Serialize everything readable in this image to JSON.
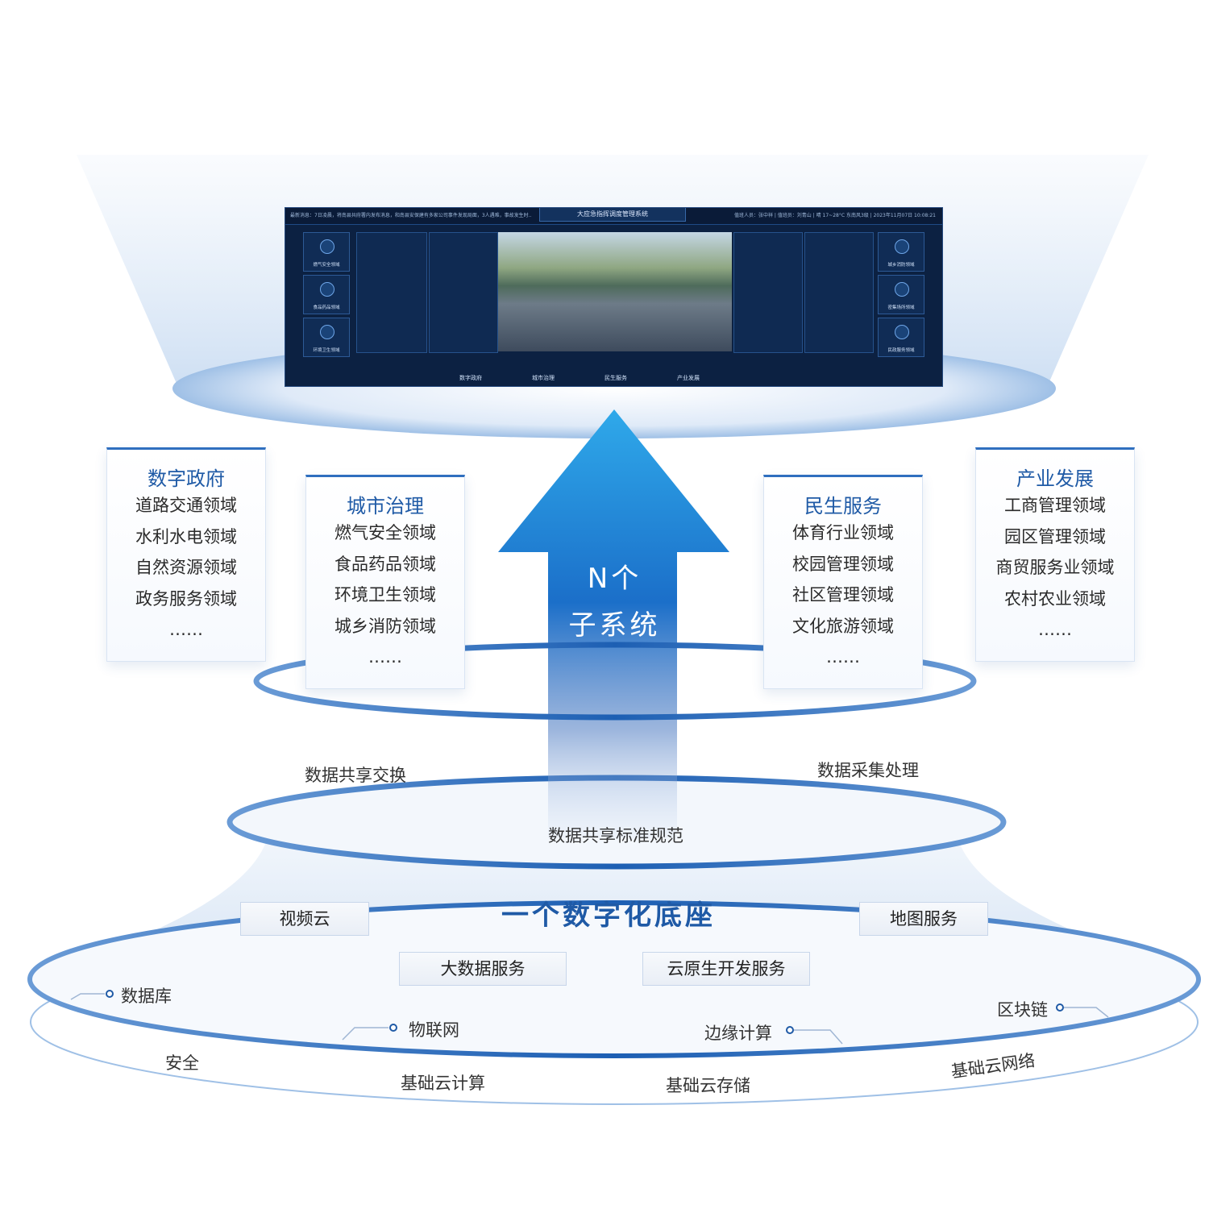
{
  "dashboard": {
    "title": "大应急指挥调度管理系统",
    "ticker": "最新消息：7日凌晨，将南县共府署内发布消息，和南县安保建有多家公司事件发现局面，3人遇难，事故发生时……",
    "user_info": "值班人员：张中祥 | 值班员：刘青山 | 晴 17~28°C 东南风3级 | 2023年11月07日 10:08:21",
    "left_buttons": [
      "燃气安全领域",
      "食品药品领域",
      "环境卫生领域"
    ],
    "right_buttons": [
      "城乡消防领域",
      "密集场所领域",
      "民政服务领域"
    ],
    "nav": [
      "数字政府",
      "城市治理",
      "民生服务",
      "产业发展"
    ]
  },
  "arrow_text": [
    "N个",
    "子系统"
  ],
  "cards": [
    {
      "title": "数字政府",
      "items": [
        "道路交通领域",
        "水利水电领域",
        "自然资源领域",
        "政务服务领域",
        "……"
      ]
    },
    {
      "title": "城市治理",
      "items": [
        "燃气安全领域",
        "食品药品领域",
        "环境卫生领域",
        "城乡消防领域",
        "……"
      ]
    },
    {
      "title": "民生服务",
      "items": [
        "体育行业领域",
        "校园管理领域",
        "社区管理领域",
        "文化旅游领域",
        "……"
      ]
    },
    {
      "title": "产业发展",
      "items": [
        "工商管理领域",
        "园区管理领域",
        "商贸服务业领域",
        "农村农业领域",
        "……"
      ]
    }
  ],
  "data_layer": {
    "left": "数据共享交换",
    "right": "数据采集处理",
    "center": "数据共享标准规范"
  },
  "base": {
    "title": "一个数字化底座",
    "tags": [
      "视频云",
      "地图服务",
      "大数据服务",
      "云原生开发服务"
    ],
    "points": [
      "数据库",
      "物联网",
      "边缘计算",
      "区块链"
    ],
    "infra": [
      "安全",
      "基础云计算",
      "基础云存储",
      "基础云网络"
    ]
  },
  "colors": {
    "primary": "#1f5aa6",
    "accent": "#2f8ee0",
    "dash_bg": "#0c2142"
  }
}
